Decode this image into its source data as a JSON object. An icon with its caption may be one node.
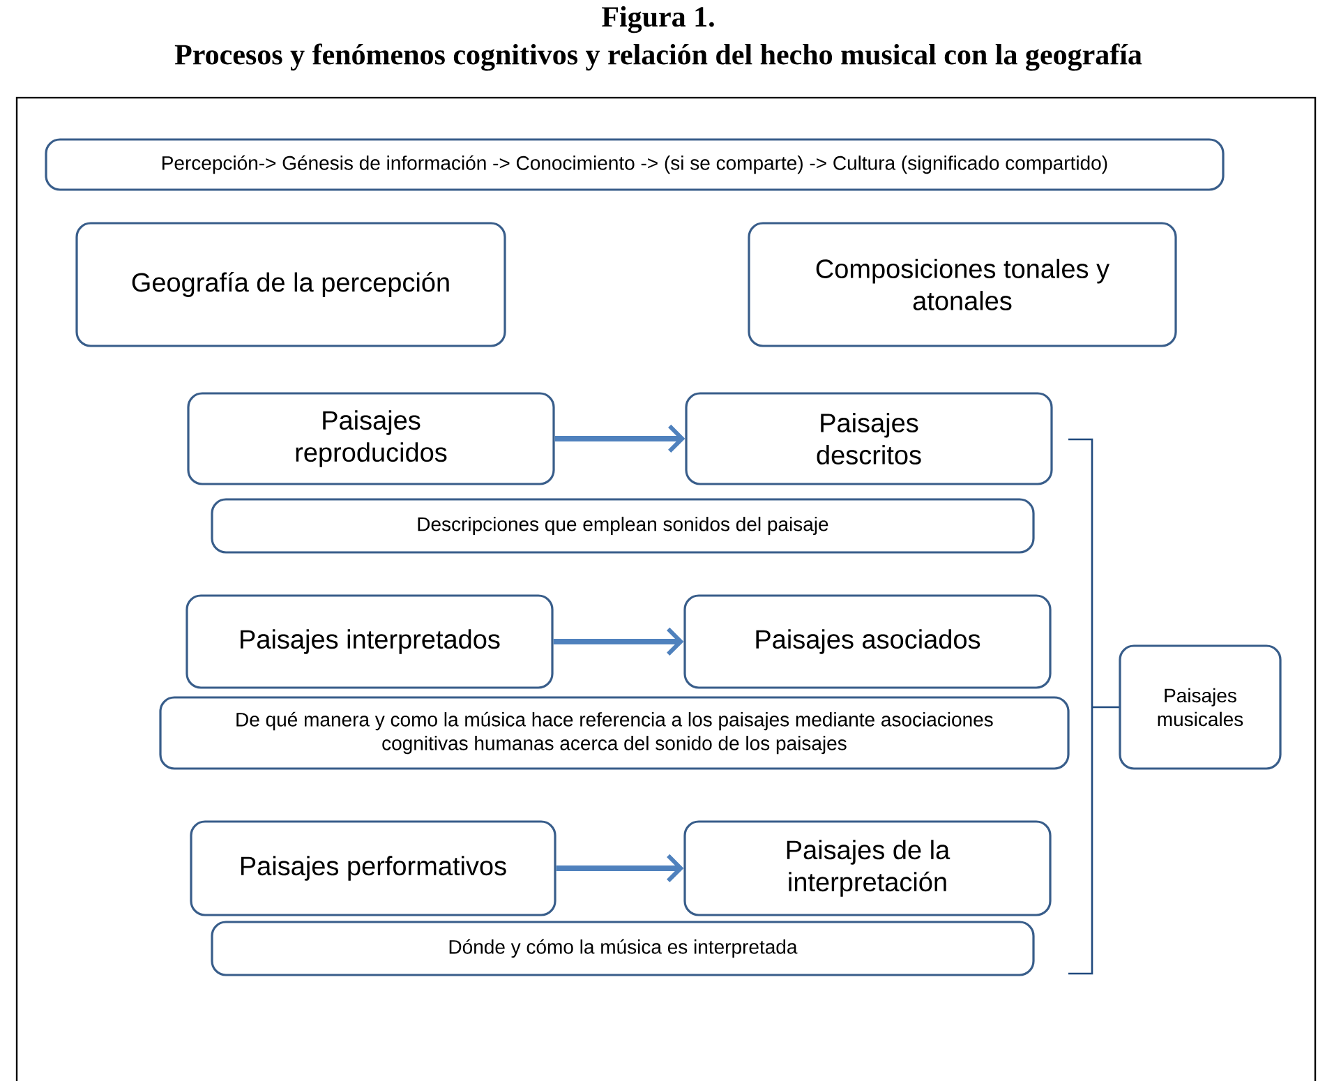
{
  "diagram": {
    "title": "Figura 1.",
    "nodes": [
      {
        "text": [
          "Percepción-> Génesis de información -> Conocimiento -> (si se comparte) -> Cultura (significado compartido)"
        ]
      },
      {
        "text": [
          "Geografía de la percepción"
        ]
      },
      {
        "text": [
          "Composiciones tonales y atonales"
        ]
      },
      {
        "text": [
          "Paisajes reproducidos"
        ]
      },
      {
        "text": [
          "Paisajes descritos"
        ]
      },
      {
        "text": [
          "Descripciones que emplean sonidos del paisaje"
        ]
      },
      {
        "text": [
          "Paisajes interpretados"
        ]
      },
      {
        "text": [
          "Paisajes asociados"
        ]
      },
      {
        "text": [
          "De qué manera y como la música hace referencia a los paisajes mediante asociaciones cognitivas humanas acerca del sonido de los paisajes"
        ]
      },
      {
        "text": [
          "Paisajes performativos"
        ]
      },
      {
        "text": [
          "Paisajes de la interpretación"
        ]
      },
      {
        "text": [
          "Dónde y cómo la música es interpretada"
        ]
      },
      {
        "text": [
          "Paisajes musicales"
        ]
      }
    ],
    "edges": [
      {
        "from": 3,
        "to": 4,
        "arrow": "to"
      },
      {
        "from": 6,
        "to": 7,
        "arrow": "to"
      },
      {
        "from": 9,
        "to": 10,
        "arrow": "to"
      }
    ],
    "labels": [
      "Procesos y fenómenos cognitivos y relación del hecho musical con la geografía"
    ]
  }
}
